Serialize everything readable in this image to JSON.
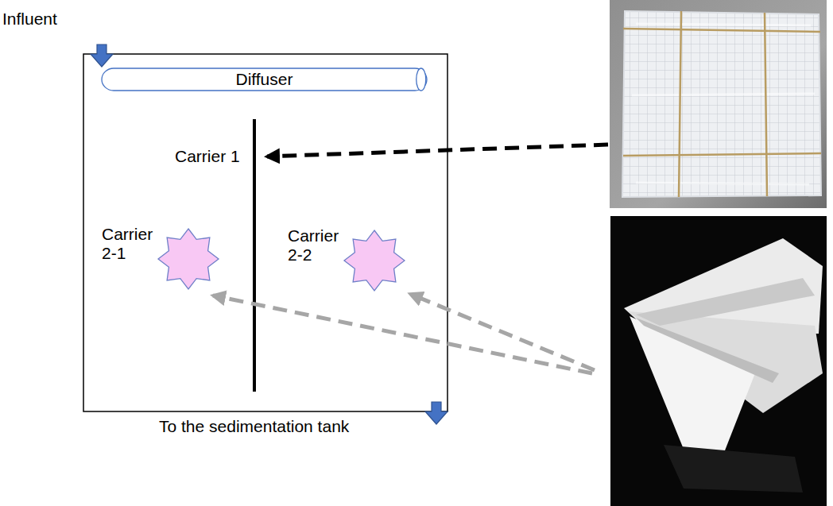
{
  "diagram": {
    "nodes": [
      {
        "text": [
          "Diffuser"
        ]
      },
      {
        "text": [
          "Carrier 2-1"
        ]
      },
      {
        "text": [
          "Carrier 2-2"
        ]
      }
    ],
    "labels": [
      "Influent",
      "Carrier 1",
      "To the sedimentation tank"
    ]
  }
}
